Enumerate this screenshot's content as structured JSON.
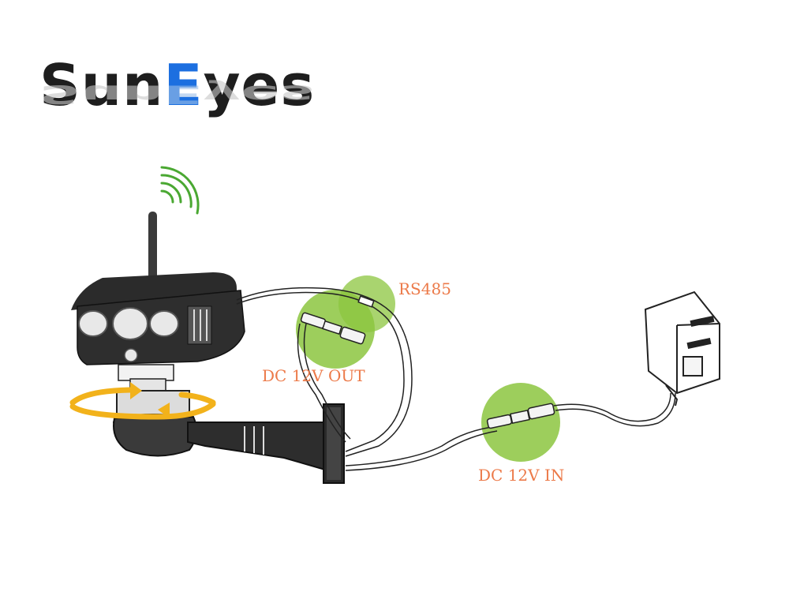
{
  "brand": {
    "prefix": "Sun",
    "accent_letter": "E",
    "suffix": "yes",
    "accent_color": "#1c6fe0"
  },
  "labels": {
    "rs485": "RS485",
    "dc_out": "DC 12V OUT",
    "dc_in": "DC 12V IN"
  },
  "colors": {
    "label": "#ec7a49",
    "highlight": "#8cc63f",
    "rotation_arrow": "#f2b21b",
    "line": "#222222"
  }
}
